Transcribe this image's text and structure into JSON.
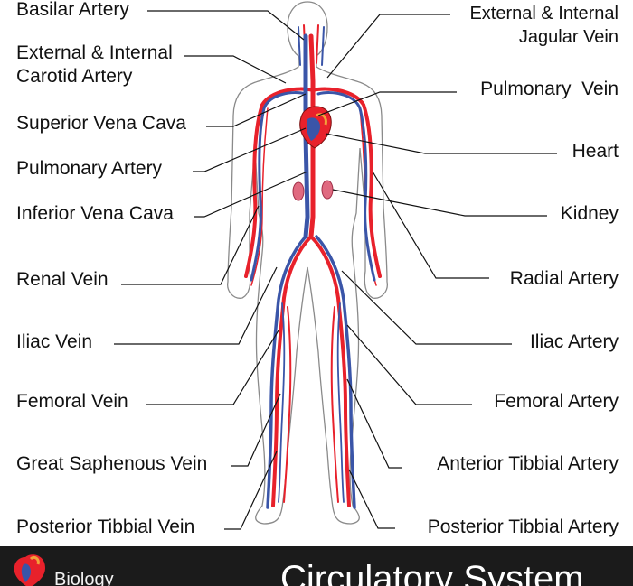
{
  "labels": {
    "basilar_artery": "Basilar Artery",
    "ext_int_carotid_artery": "External & Internal\nCarotid Artery",
    "superior_vena_cava": "Superior Vena Cava",
    "pulmonary_artery": "Pulmonary Artery",
    "inferior_vena_cava": "Inferior Vena Cava",
    "renal_vein": "Renal Vein",
    "iliac_vein": "Iliac Vein",
    "femoral_vein": "Femoral Vein",
    "great_saphenous_vein": "Great Saphenous Vein",
    "posterior_tibbial_vein": "Posterior Tibbial Vein",
    "ext_int_jagular_vein": "External & Internal\nJagular Vein",
    "pulmonary_vein": "Pulmonary  Vein",
    "heart": "Heart",
    "kidney": "Kidney",
    "radial_artery": "Radial Artery",
    "iliac_artery": "Iliac Artery",
    "femoral_artery": "Femoral Artery",
    "anterior_tibbial_artery": "Anterior Tibbial Artery",
    "posterior_tibbial_artery": "Posterior Tibbial Artery"
  },
  "footer": {
    "category": "Biology",
    "title": "Circulatory System"
  },
  "colors": {
    "artery": "#e8212b",
    "vein": "#3a55a8",
    "body_outline": "#8a8a8a",
    "footer_bg": "#1b1b1b"
  }
}
